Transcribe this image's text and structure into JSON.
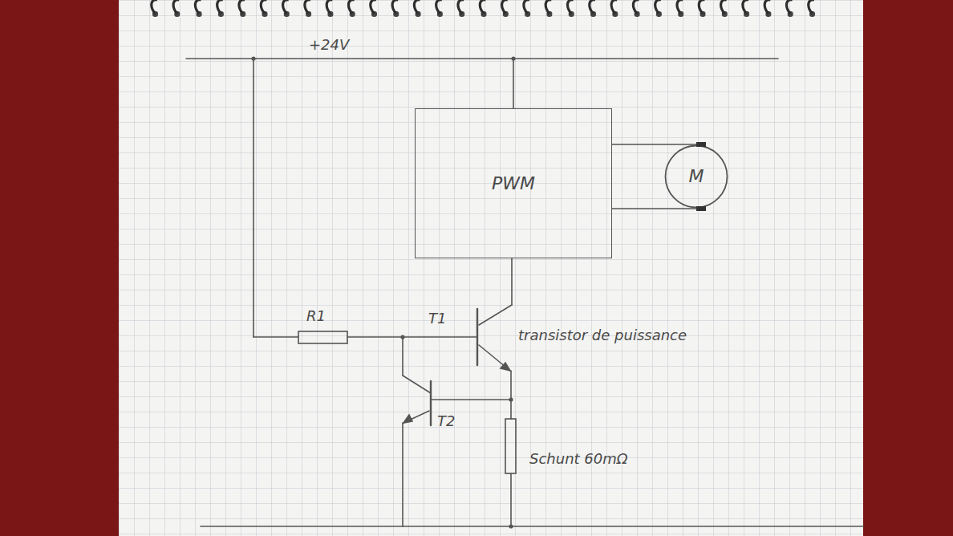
{
  "diagram": {
    "nodes": [
      {
        "text": [
          "PWM"
        ]
      },
      {
        "text": [
          "M"
        ]
      }
    ],
    "edges": [
      {
        "from": 0,
        "to": 1,
        "arrow": "none"
      },
      {
        "from": 0,
        "to": 1,
        "arrow": "none"
      }
    ],
    "labels": [
      "+24V",
      "R1",
      "T1",
      "transistor de puissance",
      "T2",
      "Schunt 60mΩ"
    ]
  }
}
